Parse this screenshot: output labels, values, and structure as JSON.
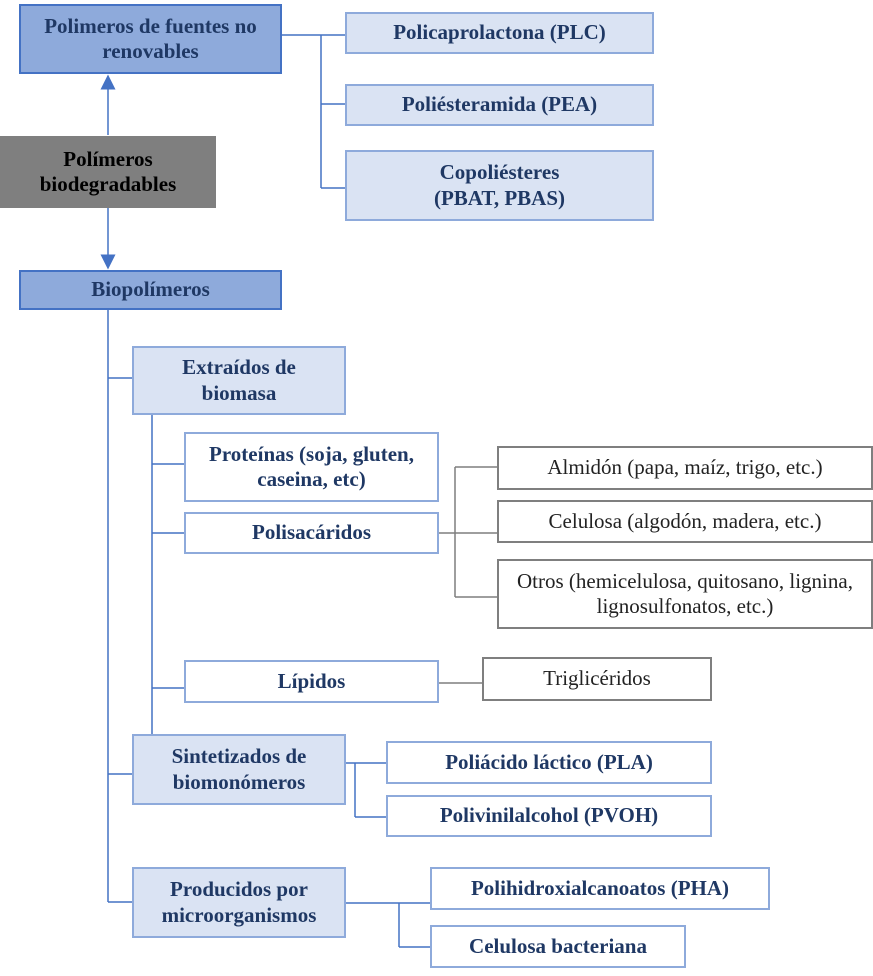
{
  "diagram": {
    "root": "Polímeros biodegradables",
    "non_renewable": {
      "title": "Polimeros de fuentes no renovables",
      "items": [
        "Policaprolactona  (PLC)",
        "Poliésteramida (PEA)",
        "Copoliésteres (PBAT, PBAS)"
      ]
    },
    "biopolymers": {
      "title": "Biopolímeros",
      "extracted": {
        "title": "Extraídos de biomasa",
        "proteins": "Proteínas (soja, gluten, caseina, etc)",
        "polysaccharides": {
          "title": "Polisacáridos",
          "items": [
            "Almidón (papa, maíz, trigo, etc.)",
            "Celulosa (algodón, madera, etc.)",
            "Otros (hemicelulosa, quitosano, lignina, lignosulfonatos, etc.)"
          ]
        },
        "lipids": {
          "title": "Lípidos",
          "items": [
            "Triglicéridos"
          ]
        }
      },
      "synthesized": {
        "title": "Sintetizados de biomonómeros",
        "items": [
          "Poliácido láctico (PLA)",
          "Polivinilalcohol (PVOH)"
        ]
      },
      "microorganisms": {
        "title": "Producidos por microorganismos",
        "items": [
          "Polihidroxialcanoatos (PHA)",
          "Celulosa bacteriana"
        ]
      }
    }
  },
  "colors": {
    "dark_fill": "#8eaadb",
    "light_fill": "#dae3f3",
    "root_fill": "#7f7f7f",
    "connector_blue": "#4472c4",
    "connector_grey": "#7f7f7f",
    "text_navy": "#1f3864"
  }
}
